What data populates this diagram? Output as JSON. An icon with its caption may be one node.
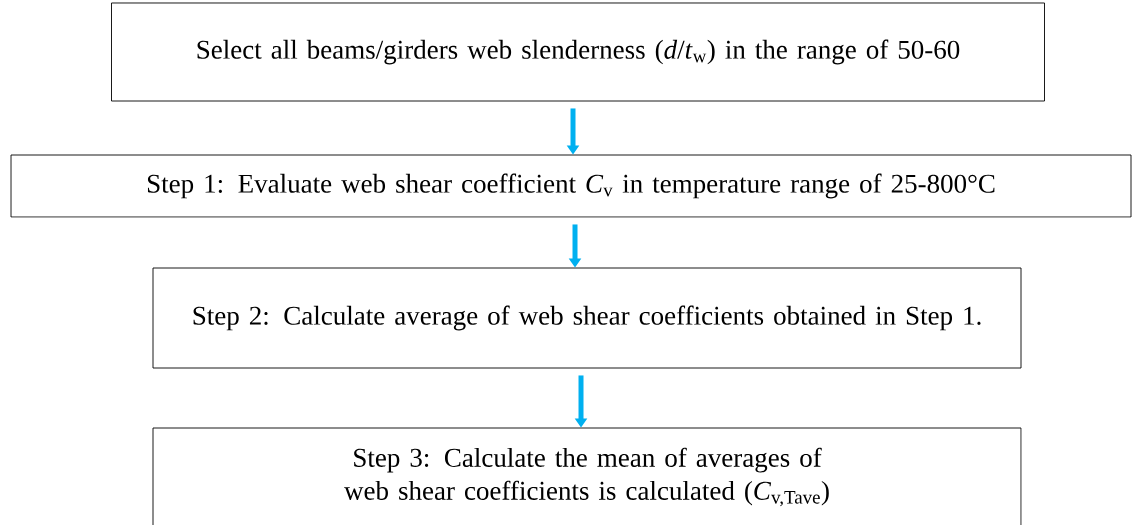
{
  "diagram": {
    "nodes": [
      {
        "text": [
          "Select all beams/girders web slenderness (*d*/*t*$_{w}$) in the range of 50-60"
        ]
      },
      {
        "text": [
          "Step 1: Evaluate web shear coefficient *C*$_{v}$ in temperature range of 25-800°C"
        ]
      },
      {
        "text": [
          "Step 2: Calculate average of web shear coefficients obtained in Step 1."
        ]
      },
      {
        "text": [
          "Step 3: Calculate the mean of averages of web shear coefficients is calculated (*C*$_{v,Tave}$)"
        ]
      }
    ],
    "edges": [
      {
        "from": 0,
        "to": 1,
        "arrow": "to"
      },
      {
        "from": 1,
        "to": 2,
        "arrow": "to"
      },
      {
        "from": 2,
        "to": 3,
        "arrow": "to"
      }
    ]
  }
}
